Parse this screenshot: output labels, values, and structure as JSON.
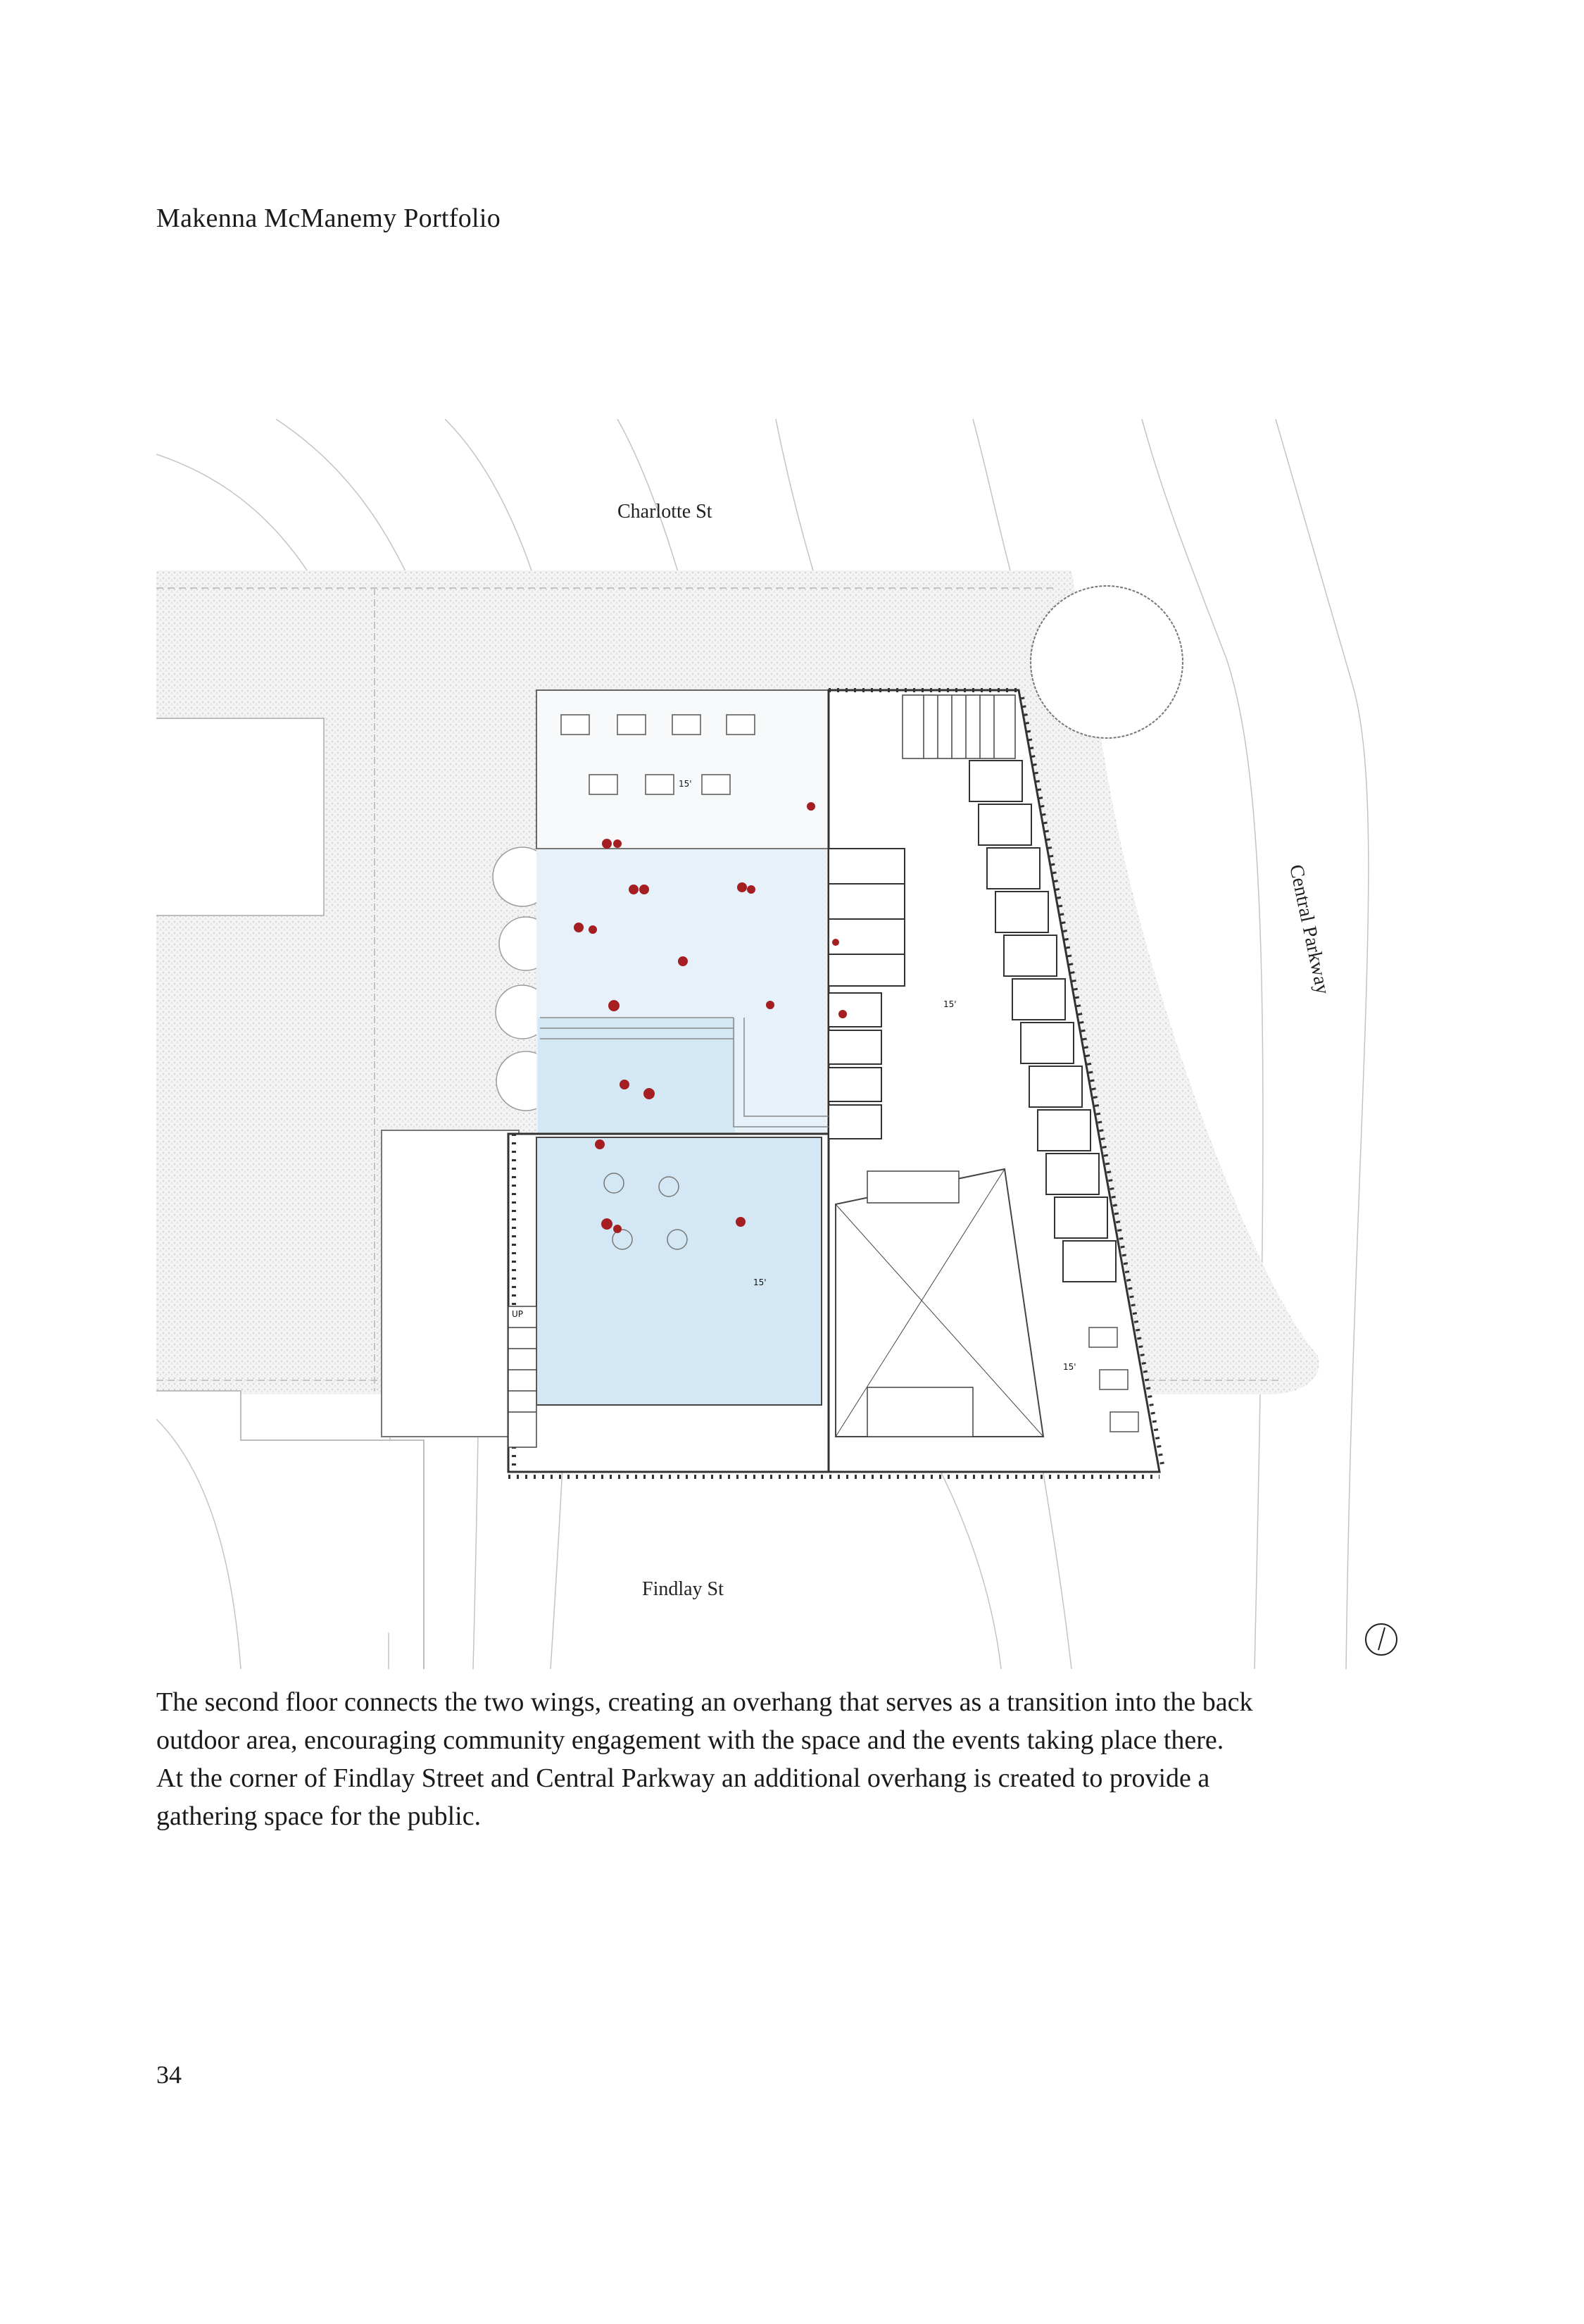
{
  "header": {
    "title": "Makenna McManemy Portfolio"
  },
  "plan": {
    "street_labels": {
      "north": "Charlotte St",
      "south": "Findlay St",
      "east": "Central Parkway"
    },
    "stair_label": "UP",
    "elevation_tags": [
      "15'",
      "15'",
      "15'",
      "15'"
    ],
    "colors": {
      "ground_stipple": "#ededed",
      "courtyard_fill": "#e6f1f9",
      "pool_fill": "#d3e8f4",
      "figures": "#a51e22",
      "linework": "#333333"
    }
  },
  "caption": {
    "text": "The second floor connects the two wings, creating an overhang that serves as a transition into the back outdoor area, encouraging community engagement with the space and the events taking place there. At the corner of  Findlay Street and Central Parkway an additional overhang is created to provide a gathering space for the public."
  },
  "page": {
    "number": "34"
  }
}
